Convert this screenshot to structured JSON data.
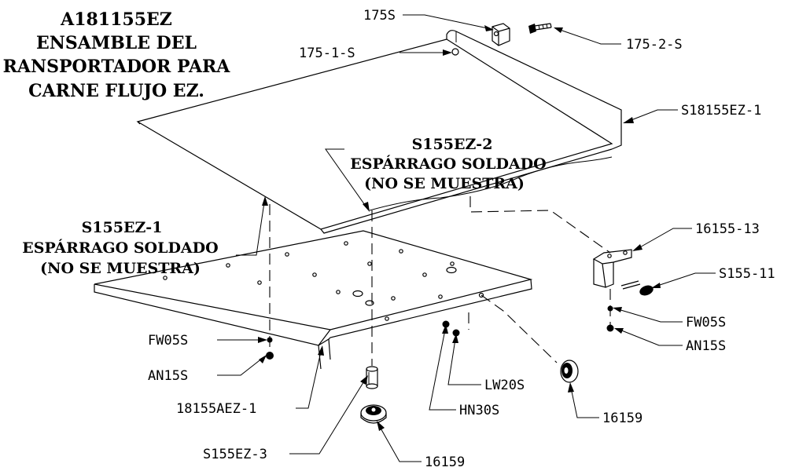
{
  "title": {
    "line1": "A181155EZ",
    "line2": "ENSAMBLE DEL",
    "line3": "RANSPORTADOR PARA",
    "line4": "CARNE FLUJO EZ."
  },
  "notes": {
    "stud2": {
      "part": "S155EZ-2",
      "desc": "ESPÁRRAGO SOLDADO",
      "note": "(NO SE MUESTRA)"
    },
    "stud1": {
      "part": "S155EZ-1",
      "desc": "ESPÁRRAGO SOLDADO",
      "note": "(NO SE MUESTRA)"
    }
  },
  "callouts": {
    "p175s": "175S",
    "p175_1_s": "175-1-S",
    "p175_2_s": "175-2-S",
    "p18155ez_1": "S18155EZ-1",
    "p16155_13": "16155-13",
    "ps155_11": "S155-11",
    "pfw05s_right": "FW05S",
    "pan15s_right": "AN15S",
    "pfw05s_left": "FW05S",
    "pan15s_left": "AN15S",
    "p18155aez_1": "18155AEZ-1",
    "plw20s": "LW20S",
    "phn30s": "HN30S",
    "p16159_right": "16159",
    "ps155ez_3": "S155EZ-3",
    "p16159_bottom": "16159"
  }
}
